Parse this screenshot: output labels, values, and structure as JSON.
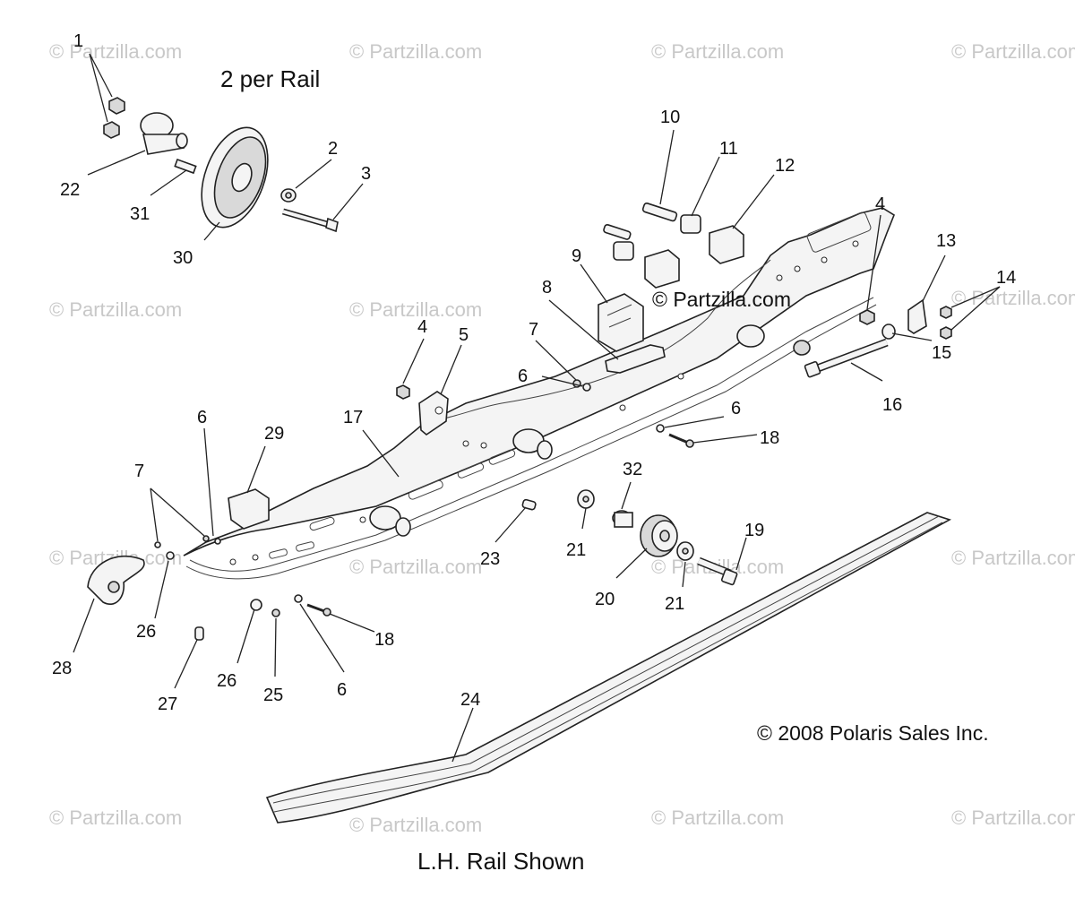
{
  "diagram": {
    "header_note": "2 per Rail",
    "footer_caption": "L.H. Rail Shown",
    "copyright": "© 2008 Polaris Sales Inc.",
    "center_watermark": "© Partzilla.com",
    "watermark": "© Partzilla.com",
    "callouts": [
      "1",
      "2",
      "3",
      "4",
      "4",
      "5",
      "6",
      "6",
      "6",
      "6",
      "7",
      "7",
      "8",
      "9",
      "10",
      "11",
      "12",
      "13",
      "14",
      "15",
      "16",
      "17",
      "18",
      "18",
      "19",
      "20",
      "21",
      "21",
      "22",
      "23",
      "24",
      "25",
      "26",
      "26",
      "27",
      "28",
      "29",
      "30",
      "31",
      "32"
    ]
  }
}
